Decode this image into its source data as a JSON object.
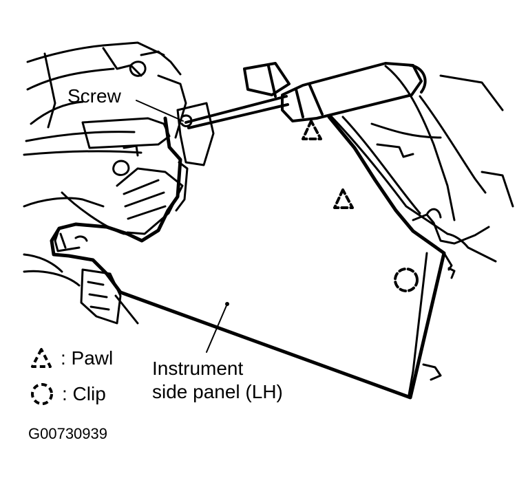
{
  "labels": {
    "screw": "Screw",
    "panel_line1": "Instrument",
    "panel_line2": "side panel (LH)"
  },
  "legend": {
    "pawl": ": Pawl",
    "clip": ": Clip"
  },
  "figure_code": "G00730939",
  "colors": {
    "ink": "#000000",
    "paper": "#ffffff"
  }
}
